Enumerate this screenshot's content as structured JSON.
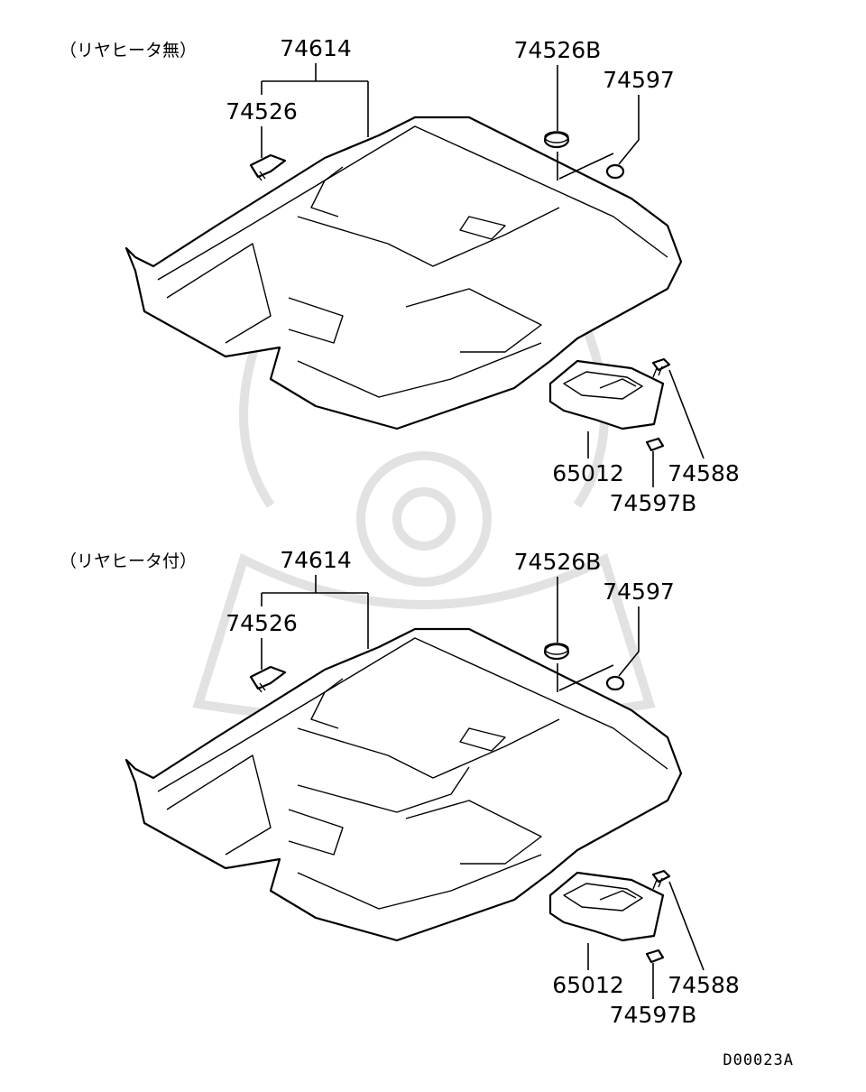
{
  "diagram": {
    "figure_code": "D00023A",
    "sections": [
      {
        "title": "（リヤヒータ無）",
        "labels": {
          "carpet": "74614",
          "clip": "74526",
          "plug_b": "74526B",
          "grommet": "74597",
          "cover": "65012",
          "screw": "74588",
          "grommet_b": "74597B"
        }
      },
      {
        "title": "（リヤヒータ付）",
        "labels": {
          "carpet": "74614",
          "clip": "74526",
          "plug_b": "74526B",
          "grommet": "74597",
          "cover": "65012",
          "screw": "74588",
          "grommet_b": "74597B"
        }
      }
    ]
  }
}
